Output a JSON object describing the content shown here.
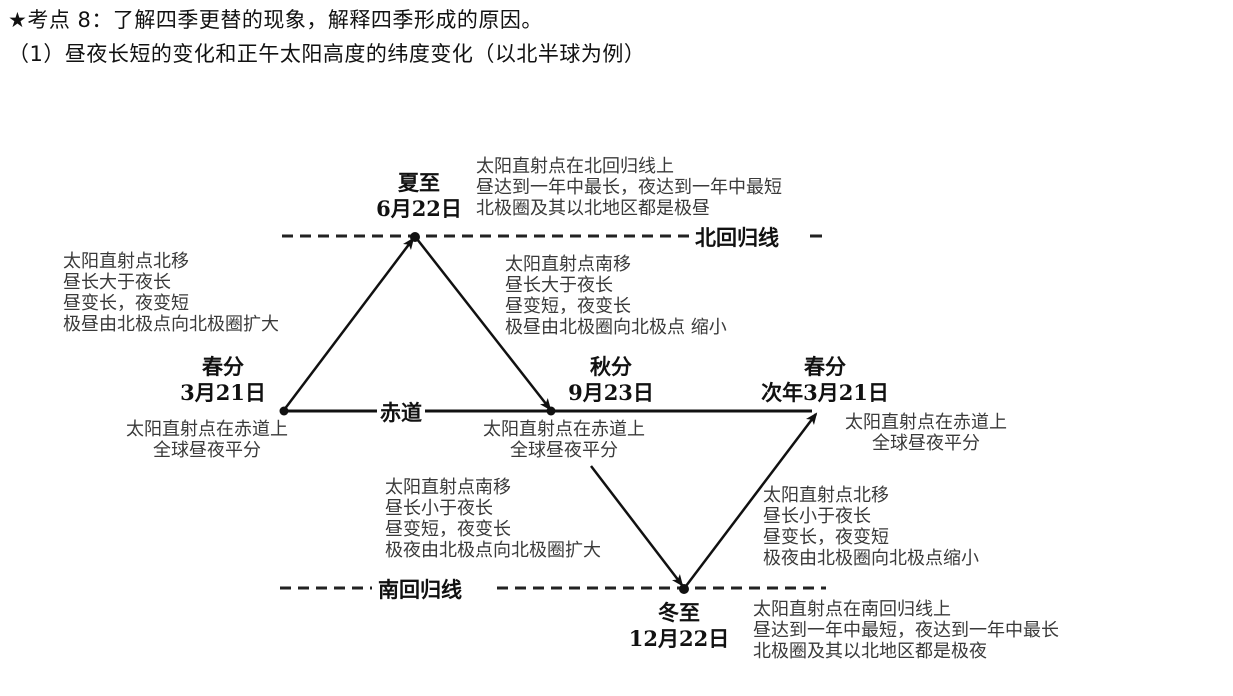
{
  "header": {
    "title": "★考点 8：了解四季更替的现象，解释四季形成的原因。",
    "subtitle": "（1）昼夜长短的变化和正午太阳高度的纬度变化（以北半球为例）"
  },
  "diagram": {
    "lines": {
      "tropic_cancer": "北回归线",
      "equator": "赤道",
      "tropic_capricorn": "南回归线"
    },
    "colors": {
      "line": "#111111",
      "text": "#3a3a3a",
      "label": "#111111"
    },
    "nodes": {
      "spring": {
        "name": "春分",
        "date": "3月21日",
        "desc": [
          "太阳直射点在赤道上",
          "全球昼夜平分"
        ]
      },
      "summer": {
        "name": "夏至",
        "date": "6月22日",
        "desc": [
          "太阳直射点在北回归线上",
          "昼达到一年中最长，夜达到一年中最短",
          "北极圈及其以北地区都是极昼"
        ]
      },
      "autumn": {
        "name": "秋分",
        "date": "9月23日",
        "desc": [
          "太阳直射点在赤道上",
          "全球昼夜平分"
        ]
      },
      "winter": {
        "name": "冬至",
        "date": "12月22日",
        "desc": [
          "太阳直射点在南回归线上",
          "昼达到一年中最短，夜达到一年中最长",
          "北极圈及其以北地区都是极夜"
        ]
      },
      "next_spring": {
        "name": "春分",
        "date": "次年3月21日",
        "desc": [
          "太阳直射点在赤道上",
          "全球昼夜平分"
        ]
      }
    },
    "transitions": {
      "spring_to_summer": [
        "太阳直射点北移",
        "昼长大于夜长",
        "昼变长，夜变短",
        "极昼由北极点向北极圈扩大"
      ],
      "summer_to_autumn": [
        "太阳直射点南移",
        "昼长大于夜长",
        "昼变短，夜变长",
        "极昼由北极圈向北极点 缩小"
      ],
      "autumn_to_winter": [
        "太阳直射点南移",
        "昼长小于夜长",
        "昼变短，夜变长",
        "极夜由北极点向北极圈扩大"
      ],
      "winter_to_next_spring": [
        "太阳直射点北移",
        "昼长小于夜长",
        "昼变长，夜变短",
        "极夜由北极圈向北极点缩小"
      ]
    }
  }
}
